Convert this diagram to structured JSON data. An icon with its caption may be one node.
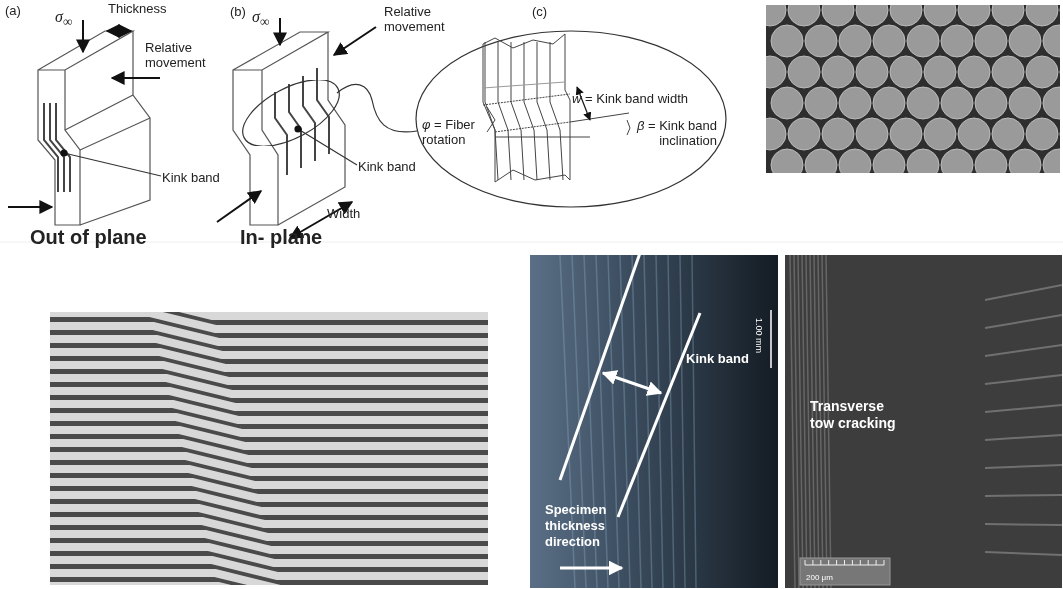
{
  "diagram": {
    "nodes": [
      {
        "text": [
          "Kink band"
        ]
      },
      {
        "text": [
          "Kink band"
        ]
      },
      {
        "text": [],
        "shape": "ellipse"
      },
      {
        "text": [
          "*w* = Kink band width",
          "*φ* = Fiber rotation",
          "*β* = Kink band inclination"
        ]
      }
    ],
    "edges": [
      {
        "from": 0,
        "to": null,
        "arrow": "other"
      },
      {
        "from": 1,
        "to": 2,
        "arrow": "other"
      },
      {
        "from": 2,
        "to": 3,
        "arrow": "none"
      }
    ],
    "labels": [
      "(a)",
      "Thickness",
      "*σ*$_{∞}$",
      "Relative movement",
      "Out of plane",
      "(b)",
      "*σ*$_{∞}$",
      "Relative movement",
      "Width",
      "In- plane",
      "(c)",
      "Kink band",
      "1.00 mm",
      "Specimen thickness direction",
      "Transverse tow cracking",
      "200 μm"
    ]
  }
}
